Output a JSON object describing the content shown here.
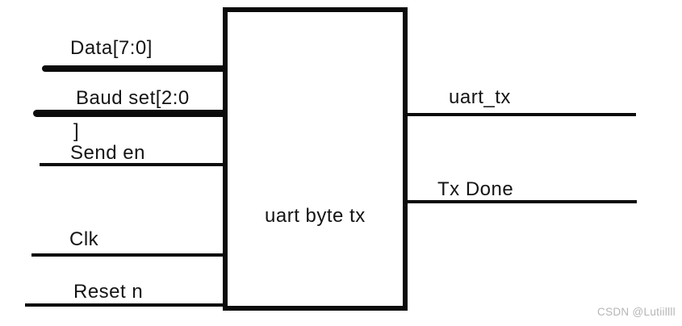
{
  "diagram": {
    "module": {
      "title": "uart byte tx"
    },
    "inputs": [
      {
        "label": "Data[7:0]",
        "type": "bus"
      },
      {
        "label": "Baud set[2:0",
        "label_wrapped": "]",
        "type": "bus"
      },
      {
        "label": "Send en",
        "type": "wire"
      },
      {
        "label": "Clk",
        "type": "wire"
      },
      {
        "label": "Reset n",
        "type": "wire"
      }
    ],
    "outputs": [
      {
        "label": "uart_tx",
        "type": "wire"
      },
      {
        "label": "Tx Done",
        "type": "wire"
      }
    ]
  },
  "watermark": {
    "text": "CSDN @Lutiillll"
  },
  "colors": {
    "line": "#0b0b0b",
    "text": "#141414",
    "watermark": "#b5b5b5",
    "background": "#ffffff"
  }
}
